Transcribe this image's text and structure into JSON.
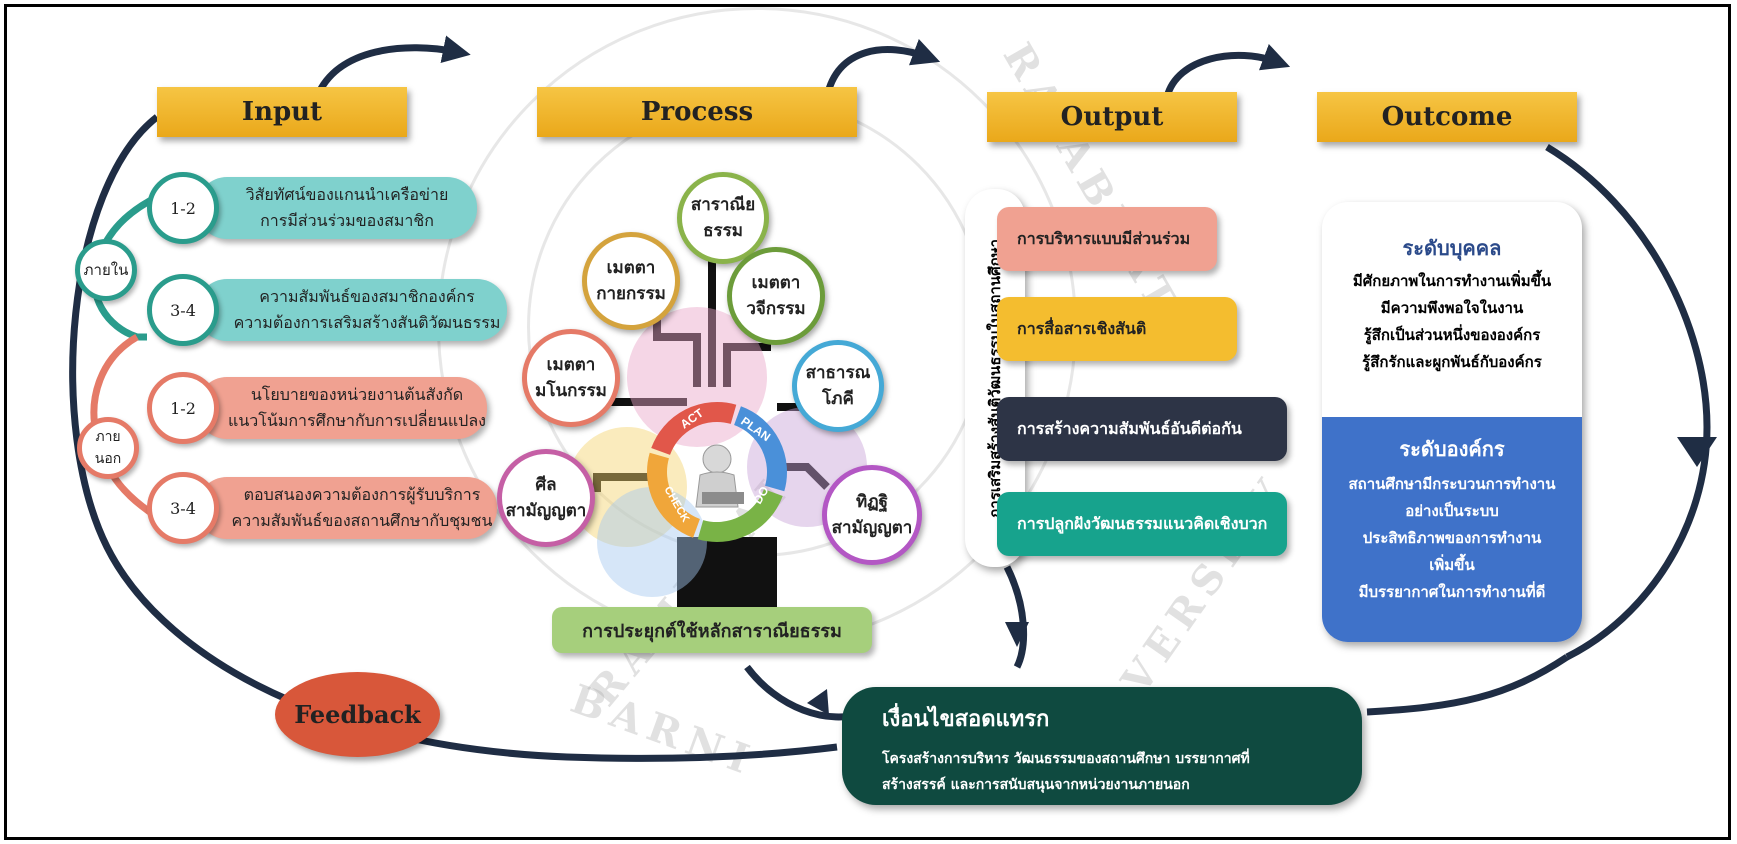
{
  "headers": {
    "input": "Input",
    "process": "Process",
    "output": "Output",
    "outcome": "Outcome"
  },
  "input": {
    "internal_label": "ภายใน",
    "external_label": "ภาย\nนอก",
    "items": [
      {
        "badge": "1-2",
        "line1": "วิสัยทัศน์ของแกนนำเครือข่าย",
        "line2": "การมีส่วนร่วมของสมาชิก",
        "color": "#7fd1cd",
        "ring": "#2a9c8c"
      },
      {
        "badge": "3-4",
        "line1": "ความสัมพันธ์ของสมาชิกองค์กร",
        "line2": "ความต้องการเสริมสร้างสันติวัฒนธรรม",
        "color": "#7fd1cd",
        "ring": "#2a9c8c"
      },
      {
        "badge": "1-2",
        "line1": "นโยบายของหน่วยงานต้นสังกัด",
        "line2": "แนวโน้มการศึกษากับการเปลี่ยนแปลง",
        "color": "#f0a191",
        "ring": "#e57a67"
      },
      {
        "badge": "3-4",
        "line1": "ตอบสนองความต้องการผู้รับบริการ",
        "line2": "ความสัมพันธ์ของสถานศึกษากับชุมชน",
        "color": "#f0a191",
        "ring": "#e57a67"
      }
    ]
  },
  "process": {
    "circles": [
      {
        "line1": "สาราณีย",
        "line2": "ธรรม",
        "border": "#8ab34a"
      },
      {
        "line1": "เมตตา",
        "line2": "กายกรรม",
        "border": "#d4a33d"
      },
      {
        "line1": "เมตตา",
        "line2": "วจีกรรม",
        "border": "#6c9c3a"
      },
      {
        "line1": "เมตตา",
        "line2": "มโนกรรม",
        "border": "#e57a67"
      },
      {
        "line1": "สาธารณ",
        "line2": "โภคี",
        "border": "#45a9d6"
      },
      {
        "line1": "ศีล",
        "line2": "สามัญญตา",
        "border": "#c55fa5"
      },
      {
        "line1": "ทิฏฐิ",
        "line2": "สามัญญตา",
        "border": "#b357c4"
      }
    ],
    "cycle": [
      "ACT",
      "PLAN",
      "DO",
      "CHECK"
    ],
    "cycle_colors": [
      "#e1574a",
      "#4a90d9",
      "#79b346",
      "#f0a63a"
    ],
    "caption": "การประยุกต์ใช้หลักสาราณียธรรม"
  },
  "output": {
    "vertical_label": "การเสริมสร้างสันติวัฒนธรรมในสถานศึกษา",
    "items": [
      {
        "text": "การบริหารแบบมีส่วนร่วม",
        "bg": "#f0a191",
        "fg": "#222222"
      },
      {
        "text": "การสื่อสารเชิงสันติ",
        "bg": "#f4bd2f",
        "fg": "#222222"
      },
      {
        "text": "การสร้างความสัมพันธ์อันดีต่อกัน",
        "bg": "#2d3446",
        "fg": "#ffffff"
      },
      {
        "text": "การปลูกฝังวัฒนธรรมแนวคิดเชิงบวก",
        "bg": "#17a38d",
        "fg": "#ffffff"
      }
    ]
  },
  "outcome": {
    "individual": {
      "title": "ระดับบุคคล",
      "lines": [
        "มีศักยภาพในการทำงานเพิ่มขึ้น",
        "มีความพึงพอใจในงาน",
        "รู้สึกเป็นส่วนหนึ่งขององค์กร",
        "รู้สึกรักและผูกพันธ์กับองค์กร"
      ]
    },
    "organization": {
      "title": "ระดับองค์กร",
      "lines": [
        "สถานศึกษามีกระบวนการทำงาน",
        "อย่างเป็นระบบ",
        "ประสิทธิภาพของการทำงาน",
        "เพิ่มขึ้น",
        "มีบรรยากาศในการทำงานที่ดี"
      ]
    }
  },
  "conditions": {
    "title": "เงื่อนไขสอดแทรก",
    "line1": "โครงสร้างการบริหาร วัฒนธรรมของสถานศึกษา บรรยากาศที่",
    "line2": "สร้างสรรค์ และการสนับสนุนจากหน่วยงานภายนอก"
  },
  "feedback": "Feedback",
  "watermark": [
    "RAMBHAI",
    "BARNI",
    "UNIVERSITY",
    "RAJABHAT"
  ],
  "colors": {
    "header": "#f0b429",
    "teal": "#2a9c8c",
    "salmon": "#e57a67",
    "navy": "#1f2d44",
    "dark_green": "#0f4a40",
    "feedback": "#d8573a",
    "org_blue": "#3f72c9"
  }
}
